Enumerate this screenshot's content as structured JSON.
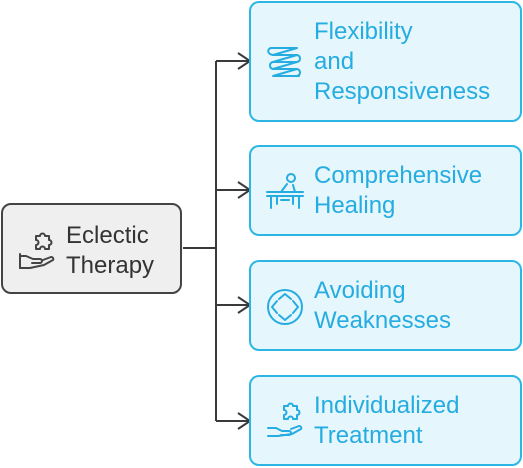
{
  "colors": {
    "root_fill": "#efefef",
    "root_stroke": "#444444",
    "leaf_fill": "#e5f6fd",
    "leaf_stroke": "#2bb6e4",
    "leaf_text": "#25ace0",
    "connector": "#3a3a3a"
  },
  "root": {
    "line1": "Eclectic",
    "line2": "Therapy",
    "icon": "puzzle-hand-icon"
  },
  "branches": [
    {
      "line1": "Flexibility",
      "line2": "and",
      "line3": "Responsiveness",
      "icon": "spring-icon"
    },
    {
      "line1": "Comprehensive",
      "line2": "Healing",
      "icon": "massage-table-icon"
    },
    {
      "line1": "Avoiding",
      "line2": "Weaknesses",
      "icon": "target-circle-icon"
    },
    {
      "line1": "Individualized",
      "line2": "Treatment",
      "icon": "puzzle-hand-icon"
    }
  ]
}
